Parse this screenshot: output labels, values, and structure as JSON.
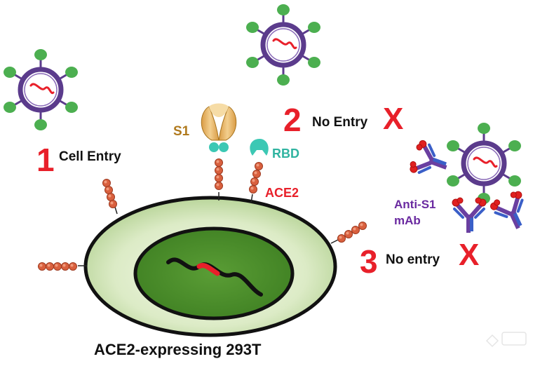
{
  "steps": [
    {
      "number": "1",
      "text": "Cell Entry"
    },
    {
      "number": "2",
      "text": "No Entry",
      "mark": "X"
    },
    {
      "number": "3",
      "text": "No entry",
      "mark": "X"
    }
  ],
  "labels": {
    "s1": "S1",
    "rbd": "RBD",
    "ace2": "ACE2",
    "antibody_line1": "Anti-S1",
    "antibody_line2": "mAb",
    "cell": "ACE2-expressing 293T"
  },
  "colors": {
    "step_number": "#e8202a",
    "cross_mark": "#e8202a",
    "virus_envelope": "#5b3b8c",
    "spike": "#4caf50",
    "viral_rna": "#e8202a",
    "s1_protein": "#e8b66b",
    "rbd": "#3cc8b4",
    "ace2_receptor": "#d9603e",
    "cell_membrane": "#cfe3b0",
    "nucleus": "#4a8f2a",
    "antibody_heavy": "#6a3fa0",
    "antibody_light": "#3a5fc8",
    "antibody_antigen": "#e02020"
  },
  "icons": [
    "virus-icon",
    "s1-spike-icon",
    "rbd-icon",
    "ace2-receptor-icon",
    "antibody-icon",
    "cell-icon",
    "nucleus-icon",
    "dna-icon"
  ]
}
